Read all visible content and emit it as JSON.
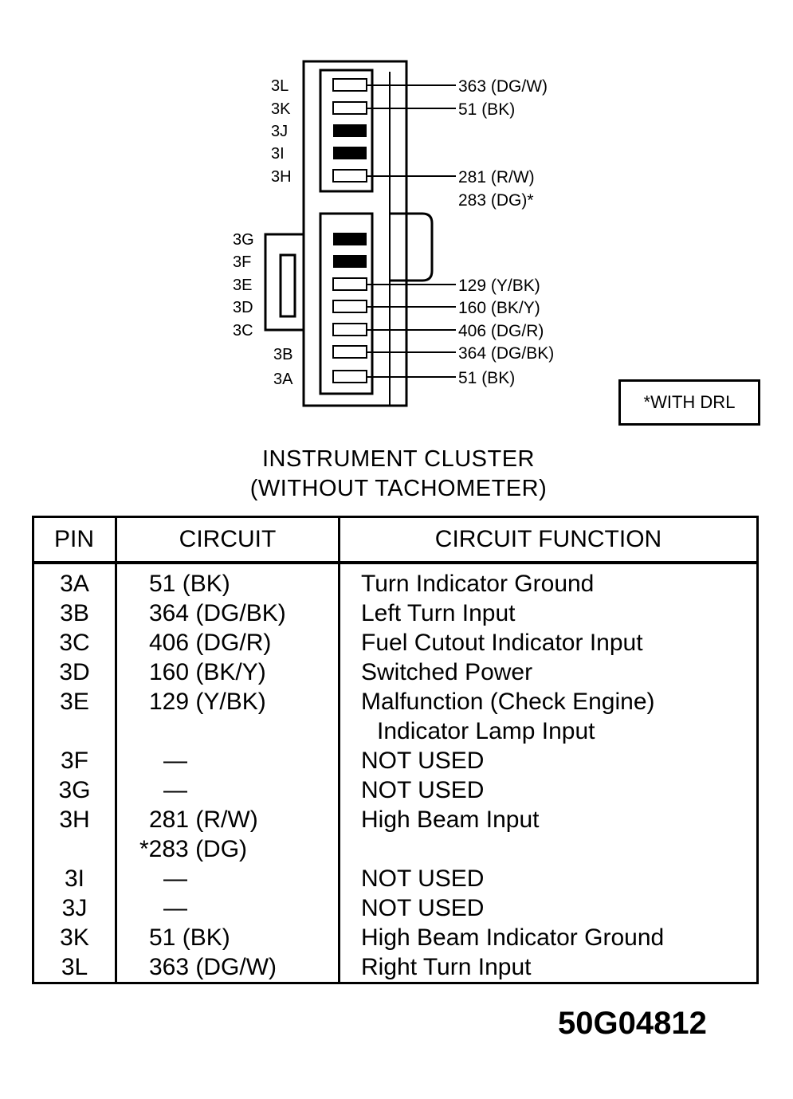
{
  "connector": {
    "pins_right": [
      {
        "id": "3L",
        "circuit": "363 (DG/W)",
        "blocked": false
      },
      {
        "id": "3K",
        "circuit": "51 (BK)",
        "blocked": false
      },
      {
        "id": "3J",
        "circuit": "",
        "blocked": true
      },
      {
        "id": "3I",
        "circuit": "",
        "blocked": true
      },
      {
        "id": "3H",
        "circuit": "281 (R/W)",
        "circuit2": "283 (DG)*",
        "blocked": false
      },
      {
        "id": "3G",
        "circuit": "",
        "blocked": true
      },
      {
        "id": "3F",
        "circuit": "",
        "blocked": true
      },
      {
        "id": "3E",
        "circuit": "129 (Y/BK)",
        "blocked": false
      },
      {
        "id": "3D",
        "circuit": "160 (BK/Y)",
        "blocked": false
      },
      {
        "id": "3C",
        "circuit": "406 (DG/R)",
        "blocked": false
      },
      {
        "id": "3B",
        "circuit": "364 (DG/BK)",
        "blocked": false
      },
      {
        "id": "3A",
        "circuit": "51 (BK)",
        "blocked": false
      }
    ]
  },
  "note": "*WITH DRL",
  "title_line1": "INSTRUMENT CLUSTER",
  "title_line2": "(WITHOUT TACHOMETER)",
  "table": {
    "headers": [
      "PIN",
      "CIRCUIT",
      "CIRCUIT FUNCTION"
    ],
    "rows": [
      {
        "pin": "3A",
        "circuit": "51 (BK)",
        "function": "Turn Indicator Ground"
      },
      {
        "pin": "3B",
        "circuit": "364 (DG/BK)",
        "function": "Left Turn Input"
      },
      {
        "pin": "3C",
        "circuit": "406 (DG/R)",
        "function": "Fuel Cutout Indicator Input"
      },
      {
        "pin": "3D",
        "circuit": "160 (BK/Y)",
        "function": "Switched Power"
      },
      {
        "pin": "3E",
        "circuit": "129 (Y/BK)",
        "function": "Malfunction (Check Engine)",
        "function2": "Indicator Lamp Input"
      },
      {
        "pin": "3F",
        "circuit": "—",
        "function": "NOT USED"
      },
      {
        "pin": "3G",
        "circuit": "—",
        "function": "NOT USED"
      },
      {
        "pin": "3H",
        "circuit": "281 (R/W)",
        "circuit2": "*283 (DG)",
        "function": "High Beam Input"
      },
      {
        "pin": "3I",
        "circuit": "—",
        "function": "NOT USED"
      },
      {
        "pin": "3J",
        "circuit": "—",
        "function": "NOT USED"
      },
      {
        "pin": "3K",
        "circuit": "51 (BK)",
        "function": "High Beam Indicator Ground"
      },
      {
        "pin": "3L",
        "circuit": "363 (DG/W)",
        "function": "Right Turn Input"
      }
    ]
  },
  "figure_code": "50G04812"
}
